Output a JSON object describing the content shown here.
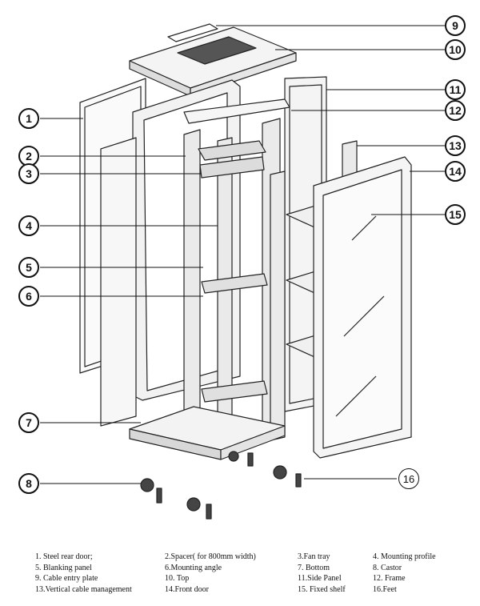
{
  "callouts": [
    {
      "num": "1"
    },
    {
      "num": "2"
    },
    {
      "num": "3"
    },
    {
      "num": "4"
    },
    {
      "num": "5"
    },
    {
      "num": "6"
    },
    {
      "num": "7"
    },
    {
      "num": "8"
    },
    {
      "num": "9"
    },
    {
      "num": "10"
    },
    {
      "num": "11"
    },
    {
      "num": "12"
    },
    {
      "num": "13"
    },
    {
      "num": "14"
    },
    {
      "num": "15"
    },
    {
      "num": "16"
    }
  ],
  "legend": [
    "1. Steel rear door;",
    "2.Spacer( for 800mm width)",
    "3.Fan tray",
    "4. Mounting profile",
    "5. Blanking panel",
    "6.Mounting angle",
    "7. Bottom",
    "8. Castor",
    "9. Cable entry plate",
    "10. Top",
    "11.Side Panel",
    "12. Frame",
    "13.Vertical cable management",
    "14.Front door",
    "15. Fixed shelf",
    "16.Feet"
  ]
}
